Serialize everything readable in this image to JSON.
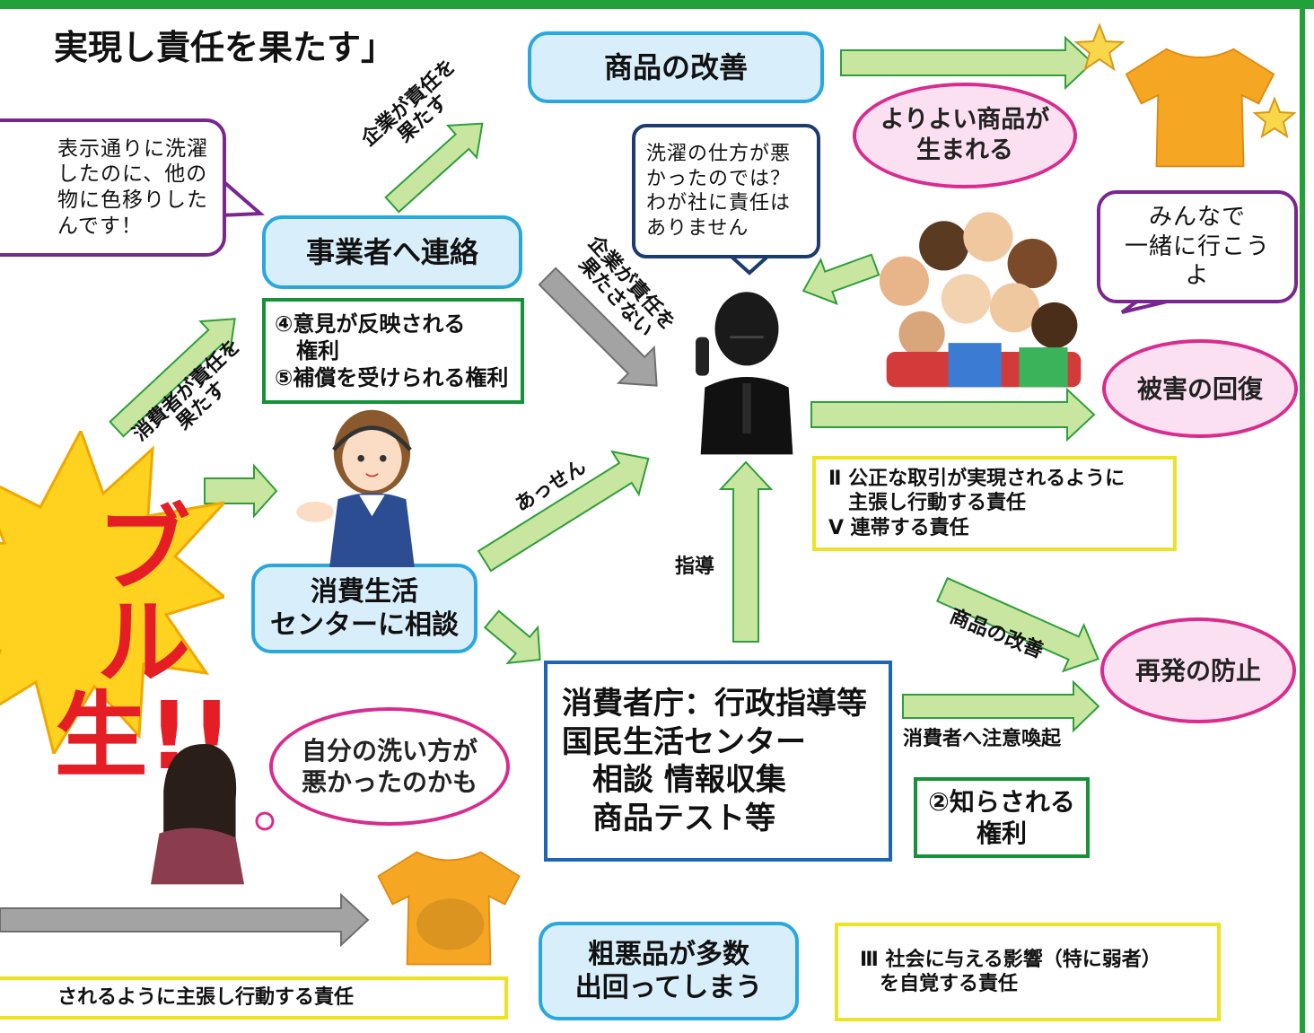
{
  "title": "実現し責任を果たす」",
  "burst": {
    "line1": "ブル",
    "line2": "生!!"
  },
  "boxes": {
    "improve": "商品の改善",
    "contact": "事業者へ連絡",
    "center": "消費生活\nセンターに相談",
    "agency": "消費者庁：行政指導等\n国民生活センター\n　相談 情報収集\n　商品テスト等",
    "bad_goods": "粗悪品が多数\n出回ってしまう"
  },
  "rights": {
    "r45": "④意見が反映される\n　権利\n⑤補償を受けられる権利",
    "r2": "②知らされる\n権利"
  },
  "responsibilities": {
    "r2_5": "Ⅱ 公正な取引が実現されるように\n　主張し行動する責任\nⅤ 連帯する責任",
    "r3": "Ⅲ 社会に与える影響（特に弱者）\n　を自覚する責任",
    "bottom": "されるように主張し行動する責任"
  },
  "speech": {
    "consumer": "表示通りに洗濯\nしたのに、他の\n物に色移りした\nんです！",
    "company": "洗濯の仕方が悪\nかったのでは？\nわが社に責任は\nありません",
    "crowd": "みんなで\n一緒に行こうよ"
  },
  "clouds": {
    "better": "よりよい商品が\n生まれる",
    "recover": "被害の回復",
    "prevent": "再発の防止",
    "self_blame": "自分の洗い方が\n悪かったのかも"
  },
  "arrow_labels": {
    "company_resp": "企業が責任を\n果たす",
    "company_not": "企業が責任を\n果たさない",
    "consumer_resp": "消費者が責任を\n果たす",
    "mediation": "あっせん",
    "guidance": "指導",
    "improve2": "商品の改善",
    "warn": "消費者へ注意喚起"
  },
  "colors": {
    "frame": "#22a03a",
    "arrow_green": "#c8e6a0",
    "arrow_green_stroke": "#2f9e3b",
    "arrow_gray": "#a3a3a3",
    "burst": "#ffd21f",
    "burst_text": "#e51e25"
  }
}
